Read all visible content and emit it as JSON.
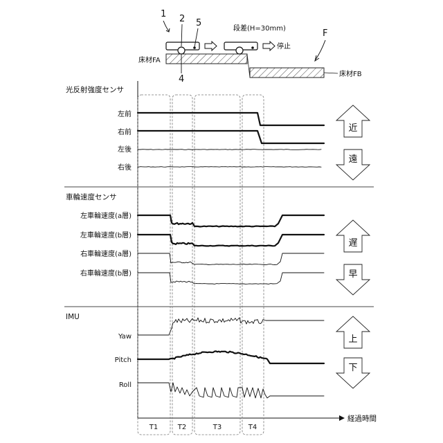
{
  "refs": {
    "vehicle": "1",
    "part_2": "2",
    "part_5": "5",
    "part_4": "4",
    "floor": "F"
  },
  "top": {
    "step_label": "段差(H=30mm)",
    "stop_label": "停止",
    "floor_a": "床材FA",
    "floor_b": "床材FB"
  },
  "sections": {
    "optical": {
      "title": "光反射強度センサ",
      "rows": [
        "左前",
        "右前",
        "左後",
        "右後"
      ],
      "arrow_up": "近",
      "arrow_down": "遠"
    },
    "wheel": {
      "title": "車輪速度センサ",
      "rows": [
        "左車輪速度(a層)",
        "左車輪速度(b層)",
        "右車輪速度(a層)",
        "右車輪速度(b層)"
      ],
      "arrow_up": "遅",
      "arrow_down": "早"
    },
    "imu": {
      "title": "IMU",
      "rows": [
        "Yaw",
        "Pitch",
        "Roll"
      ],
      "arrow_up": "上",
      "arrow_down": "下"
    }
  },
  "axis": {
    "time_label": "経過時間",
    "periods": [
      "T1",
      "T2",
      "T3",
      "T4"
    ]
  }
}
